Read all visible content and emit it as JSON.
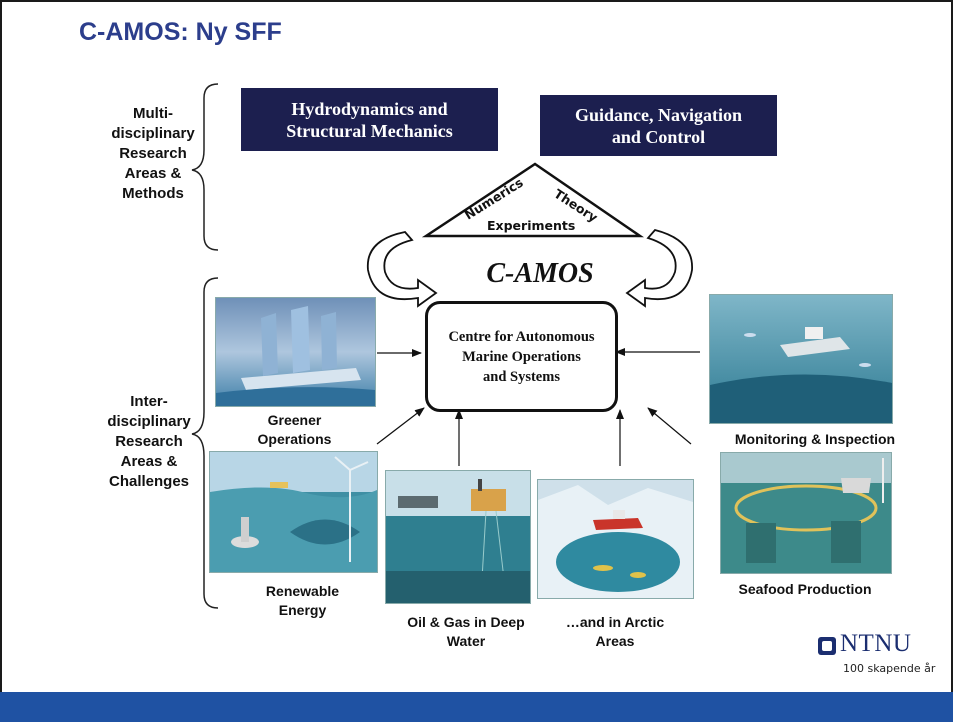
{
  "slide": {
    "title": "C-AMOS: Ny SFF",
    "left_labels": {
      "multi": "Multi-\ndisciplinary\nResearch\nAreas &\nMethods",
      "inter": "Inter-\ndisciplinary\nResearch\nAreas &\nChallenges"
    },
    "methods": {
      "box1": "Hydrodynamics and\nStructural Mechanics",
      "box2": "Guidance, Navigation\nand Control",
      "triangle": {
        "left": "Numerics",
        "right": "Theory",
        "bottom": "Experiments"
      }
    },
    "center": {
      "title": "C-AMOS",
      "box": "Centre for Autonomous\nMarine Operations\nand Systems"
    },
    "areas": {
      "greener": "Greener\nOperations",
      "renewable": "Renewable\nEnergy",
      "oilgas": "Oil & Gas in Deep\nWater",
      "arctic": "…and in Arctic\nAreas",
      "monitoring": "Monitoring & Inspection",
      "seafood": "Seafood Production"
    },
    "logo": {
      "name": "NTNU",
      "tagline": "100 skapende år"
    }
  },
  "colors": {
    "accent": "#2c3e8c",
    "dark_box": "#1c1f4f",
    "footer": "#1f52a3"
  }
}
